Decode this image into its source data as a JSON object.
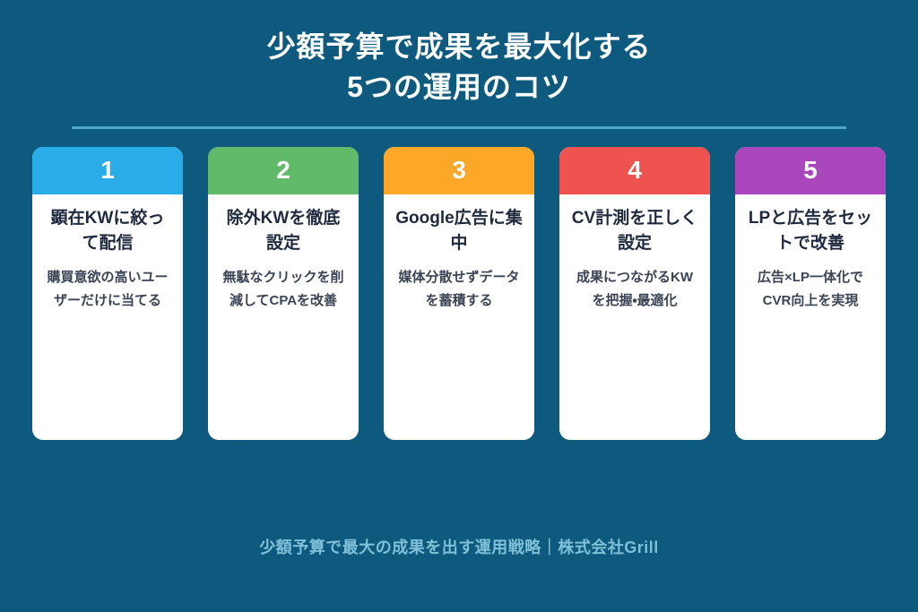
{
  "page": {
    "title_line1": "少額予算で成果を最大化する",
    "title_line2": "5つの運用のコツ",
    "footer": "少額予算で最大の成果を出す運用戦略｜株式会社Grill"
  },
  "colors": {
    "background": "#0D5A7E",
    "divider": "#4FA8C7",
    "title_text": "#FFFFFF",
    "footer_text": "#7EC0D8",
    "card_background": "#FFFFFF",
    "card_title_text": "#1F2A3E",
    "card_body_text": "#3A4454"
  },
  "cards": [
    {
      "number": "1",
      "color": "#2AACE8",
      "title": "顕在KWに絞って配信",
      "description": "購買意欲の高いユーザーだけに当てる"
    },
    {
      "number": "2",
      "color": "#61B96A",
      "title": "除外KWを徹底設定",
      "description": "無駄なクリックを削減してCPAを改善"
    },
    {
      "number": "3",
      "color": "#FCA728",
      "title": "Google広告に集中",
      "description": "媒体分散せずデータを蓄積する"
    },
    {
      "number": "4",
      "color": "#EF5350",
      "title": "CV計測を正しく設定",
      "description": "成果につながるKWを把握・最適化"
    },
    {
      "number": "5",
      "color": "#AB47BC",
      "title": "LPと広告をセットで改善",
      "description": "広告×LP一体化でCVR向上を実現"
    }
  ]
}
